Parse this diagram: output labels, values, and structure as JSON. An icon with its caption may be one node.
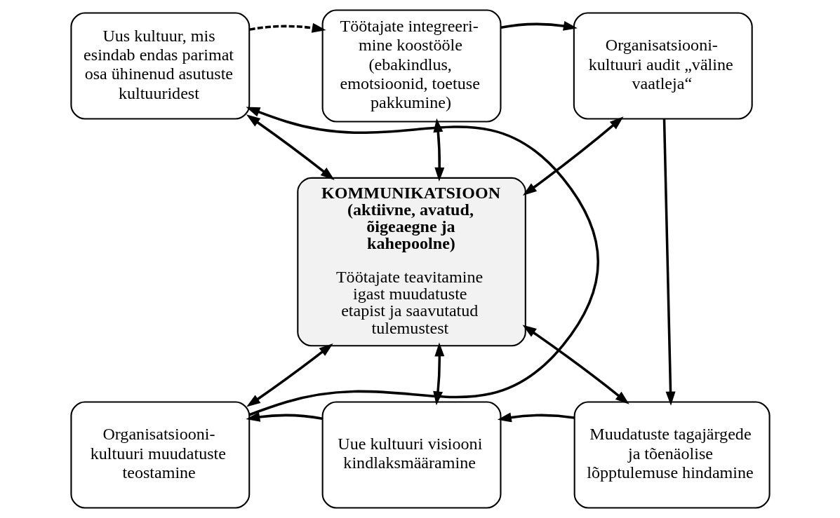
{
  "diagram": {
    "nodes": [
      {
        "text": [
          "Töötajate integreeri- mine koostööle (ebakindlus, emotsioonid, toetuse pakkumine)"
        ]
      },
      {
        "text": [
          "Organisatsiooni- kultuuri audit „väline vaatleja“"
        ]
      },
      {
        "text": [
          "Muudatuste tagajärgede ja tõenäolise lõpptulemuse hindamine"
        ]
      },
      {
        "text": [
          "Uue kultuuri visiooni kindlaksmääramine"
        ]
      },
      {
        "text": [
          "Organisatsiooni- kultuuri muudatuste teostamine"
        ]
      },
      {
        "text": [
          "Uus kultuur, mis esindab endas parimat osa ühinenud asutuste kultuuridest"
        ]
      },
      {
        "text": [
          "KOMMUNIKATSIOON (aktiivne, avatud, õigeaegne ja kahepoolne)",
          "Töötajate teavitamine igast muudatuste etapist ja saavutatud tulemustest"
        ]
      }
    ],
    "edges": [
      {
        "from": 0,
        "to": 1,
        "arrow": "to"
      },
      {
        "from": 1,
        "to": 2,
        "arrow": "to"
      },
      {
        "from": 2,
        "to": 3,
        "arrow": "to"
      },
      {
        "from": 3,
        "to": 4,
        "arrow": "to"
      },
      {
        "from": 4,
        "to": 5,
        "arrow": "to"
      },
      {
        "from": 5,
        "to": 0,
        "arrow": "to",
        "style": "dashed"
      },
      {
        "from": 0,
        "to": 6,
        "arrow": "both"
      },
      {
        "from": 1,
        "to": 6,
        "arrow": "both"
      },
      {
        "from": 5,
        "to": 6,
        "arrow": "both"
      },
      {
        "from": 6,
        "to": 2,
        "arrow": "both"
      },
      {
        "from": 6,
        "to": 3,
        "arrow": "both"
      },
      {
        "from": 6,
        "to": 4,
        "arrow": "both"
      }
    ]
  }
}
